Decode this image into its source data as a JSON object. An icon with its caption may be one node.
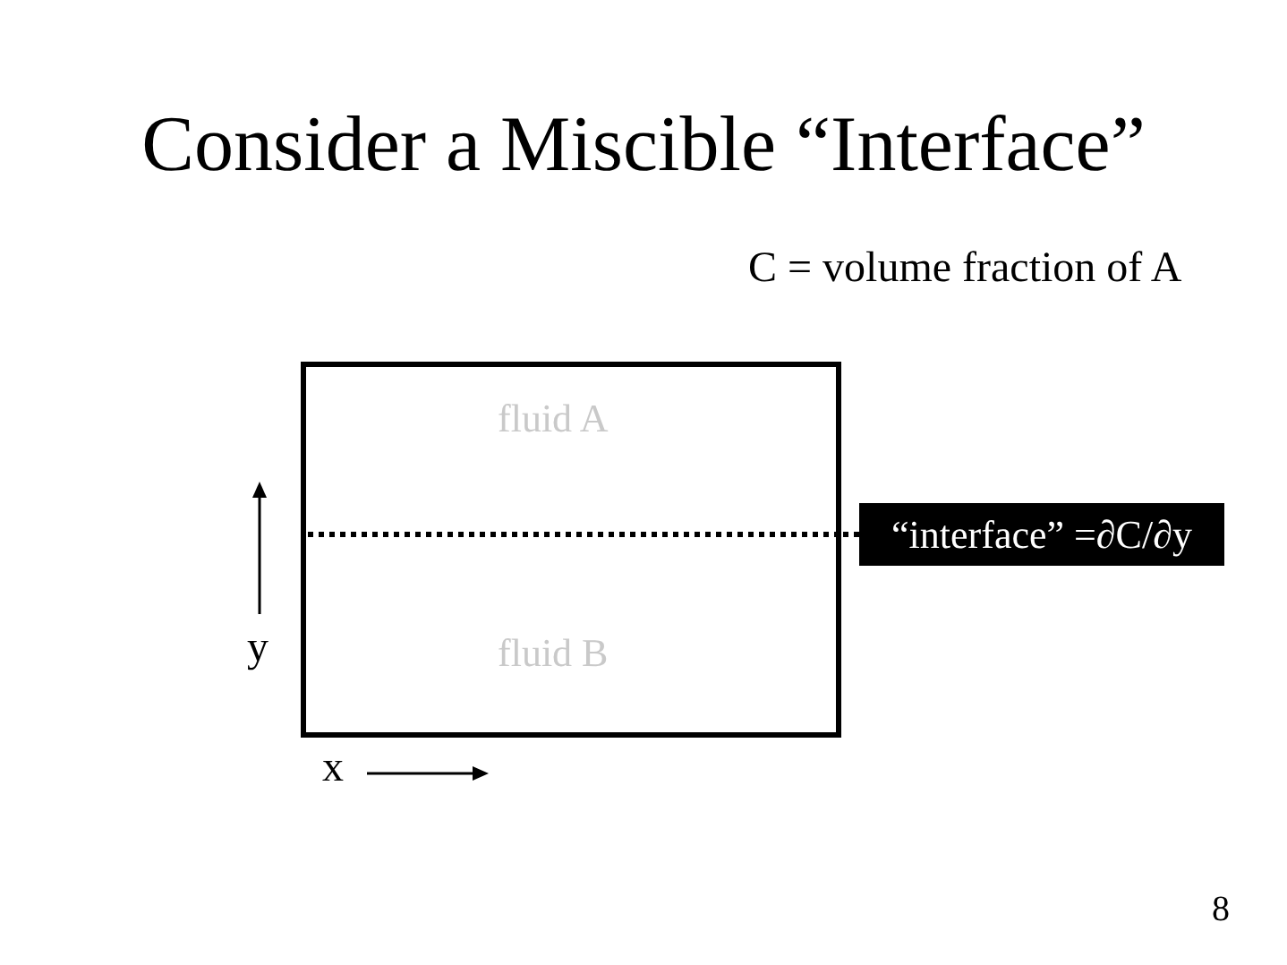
{
  "diagram": {
    "title": "Consider a Miscible “Interface”",
    "nodes": [
      {
        "text": [
          "fluid A",
          "fluid B"
        ]
      },
      {
        "text": [],
        "shape": "line",
        "in": 0
      },
      {
        "text": [
          "“interface” =∂C/∂y"
        ]
      }
    ],
    "edges": [
      {
        "from": 2,
        "to": 1,
        "arrow": "none",
        "style": "dashed"
      }
    ],
    "labels": [
      "C = volume fraction of A",
      "y",
      "x",
      "8"
    ]
  }
}
